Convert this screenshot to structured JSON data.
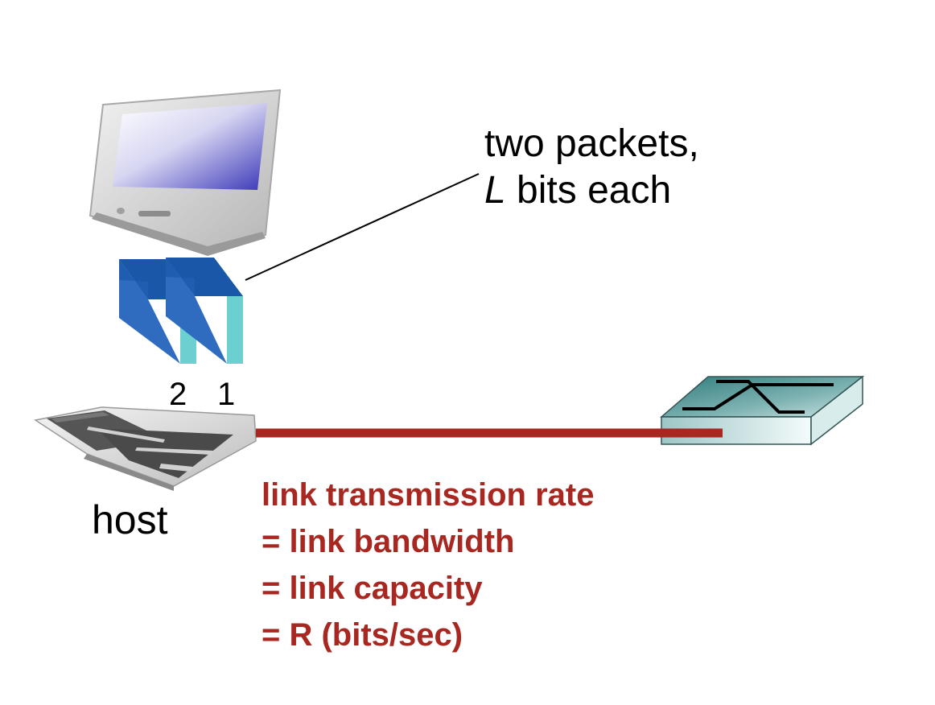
{
  "callout": {
    "line1": "two packets,",
    "line2_var": "L",
    "line2_rest": " bits each"
  },
  "packets": {
    "labels": [
      "2",
      "1"
    ]
  },
  "host_label": "host",
  "rate_text": {
    "lines": [
      "link transmission rate",
      "= link bandwidth",
      "= link capacity",
      "= R (bits/sec)"
    ]
  },
  "colors": {
    "link": "#a82720",
    "rate_text": "#a82720",
    "packet_front": "#2f6cc0",
    "packet_top": "#1b57a8",
    "packet_side": "#6ccfd0",
    "router_top": "#3f8f8f"
  },
  "icons": [
    "monitor-icon",
    "keyboard-icon",
    "router-icon"
  ]
}
